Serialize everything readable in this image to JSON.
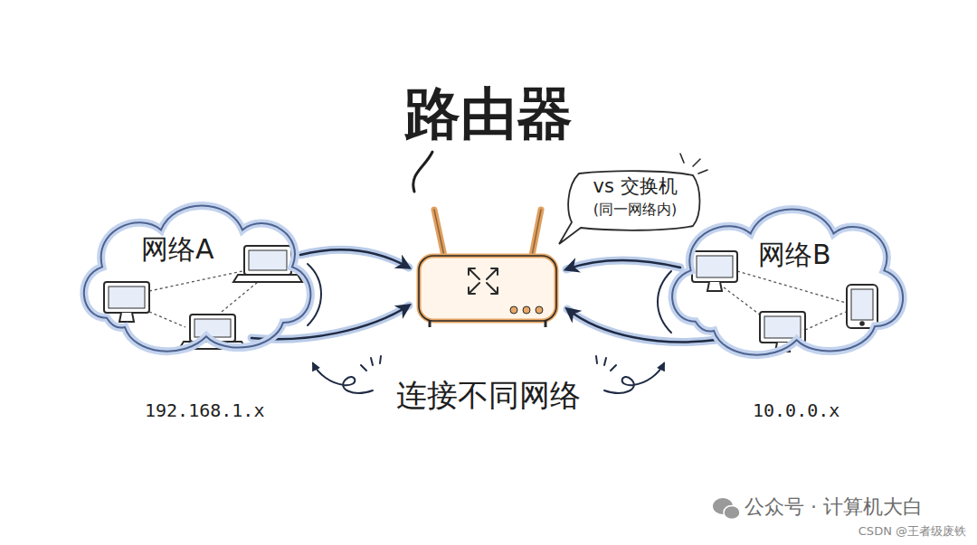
{
  "diagram": {
    "title": "路由器",
    "nodes": [
      {
        "text": [
          "网络A"
        ]
      },
      {
        "text": [
          "vs 交换机",
          "(同一网络内)"
        ]
      },
      {
        "text": [
          "网络B"
        ]
      }
    ],
    "labels": [
      "192.168.1.x",
      "10.0.0.x",
      "连接不同网络",
      "公众号 · 计算机大白",
      "CSDN @王者级废铁"
    ]
  }
}
